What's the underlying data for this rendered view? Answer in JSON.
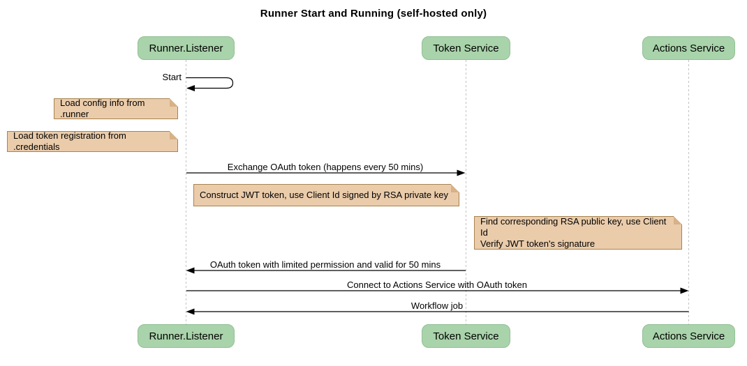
{
  "title": "Runner Start and Running (self-hosted only)",
  "colors": {
    "participant_fill": "#a9d3aa",
    "participant_border": "#93bf95",
    "note_fill": "#eaccab",
    "note_border": "#a8834f",
    "note_fold": "#d7b187",
    "lifeline": "#c2c2c2",
    "arrow": "#000000"
  },
  "participants": [
    {
      "label": "Runner.Listener"
    },
    {
      "label": "Token Service"
    },
    {
      "label": "Actions Service"
    }
  ],
  "notes": [
    {
      "text": "Load config info from .runner",
      "over": "Runner.Listener"
    },
    {
      "text": "Load token registration from .credentials",
      "over": "Runner.Listener"
    },
    {
      "text": "Construct JWT token, use Client Id signed by RSA private key",
      "over": "Token Service"
    },
    {
      "text": "Find corresponding RSA public key, use Client Id\nVerify JWT token's signature",
      "over": "Actions Service"
    }
  ],
  "messages": [
    {
      "label": "Start",
      "from": "Runner.Listener",
      "to": "Runner.Listener",
      "type": "self"
    },
    {
      "label": "Exchange OAuth token (happens every 50 mins)",
      "from": "Runner.Listener",
      "to": "Token Service",
      "type": "solid"
    },
    {
      "label": "OAuth token with limited permission and valid for 50 mins",
      "from": "Token Service",
      "to": "Runner.Listener",
      "type": "solid"
    },
    {
      "label": "Connect to Actions Service with OAuth token",
      "from": "Runner.Listener",
      "to": "Actions Service",
      "type": "solid"
    },
    {
      "label": "Workflow job",
      "from": "Actions Service",
      "to": "Runner.Listener",
      "type": "solid"
    }
  ]
}
